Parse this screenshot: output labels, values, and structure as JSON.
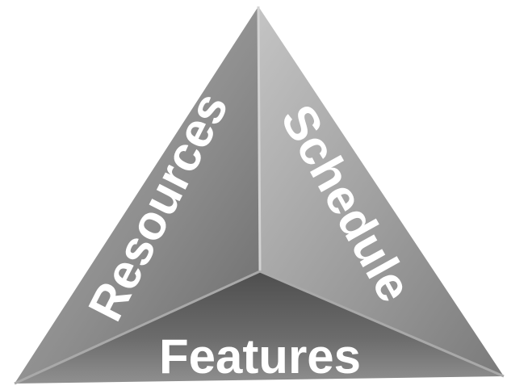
{
  "diagram": {
    "faces": {
      "left": {
        "label": "Resources",
        "color": "#8c8c8c"
      },
      "right": {
        "label": "Schedule",
        "color": "#9a9a9a"
      },
      "bottom": {
        "label": "Features",
        "color": "#5e5e5e"
      }
    },
    "edge_highlight_color": "#c8c8c8",
    "label_color": "#ffffff"
  }
}
